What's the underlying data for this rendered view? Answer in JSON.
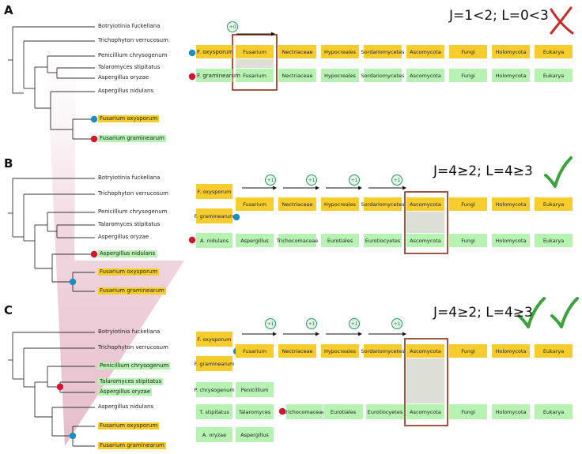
{
  "colors": {
    "yellow": "#f6cd2c",
    "green": "#b6f2b2",
    "gray": "#dddfd7",
    "frame": "#8b2d14",
    "blue": "#1a8fbf",
    "red": "#d7122a",
    "cross": "#c62a24",
    "check": "#3aa23a"
  },
  "species": [
    "Botryiotinia fuckeliana",
    "Trichophyton verrucosum",
    "Penicillium chrysogenum",
    "Talaromyces stipitatus",
    "Aspergillus oryzae",
    "Aspergillus nidulans",
    "Fusarium oxysporum",
    "Fusarium graminearum"
  ],
  "ranks": [
    "Fusarium",
    "Nectriaceae",
    "Hypocreales",
    "Sordariomycetes",
    "Ascomycota",
    "Fungi",
    "Holomycota",
    "Eukarya"
  ],
  "ranks_nidulans": [
    "Aspergillus",
    "Trichocomaceae",
    "Eurotiales",
    "Eurotiocyetes",
    "Ascomycota",
    "Fungi",
    "Holomycota",
    "Eukarya"
  ],
  "ranks_c_bottom": [
    "Trichocomaceae",
    "Eurotiales",
    "Eurotiocyetes",
    "Ascomycota",
    "Fungi",
    "Holomycota",
    "Eukarya"
  ],
  "labels": {
    "f_oxysporum": "F. oxysporum",
    "f_graminearum": "F. graminearum",
    "a_nidulans": "A. nidulans",
    "p_chrysogenum": "P. chrysogenum",
    "penicillium": "Penicillium",
    "t_stipitatus": "T. stipitatus",
    "talaromyces": "Talaromyces",
    "a_oryzae": "A. oryzae",
    "aspergillus": "Aspergillus"
  },
  "panels": [
    {
      "letter": "A",
      "formula": "J=1<2; L=0<3",
      "step_labels": [
        "+0"
      ],
      "verdict": "cross"
    },
    {
      "letter": "B",
      "formula": "J=4≥2; L=4≥3",
      "step_labels": [
        "+1",
        "+1",
        "+1",
        "+1"
      ],
      "verdict": "check"
    },
    {
      "letter": "C",
      "formula": "J=4≥2; L=4≥3",
      "step_labels": [
        "+1",
        "+1",
        "+1",
        "+1"
      ],
      "verdict": "check2"
    }
  ]
}
